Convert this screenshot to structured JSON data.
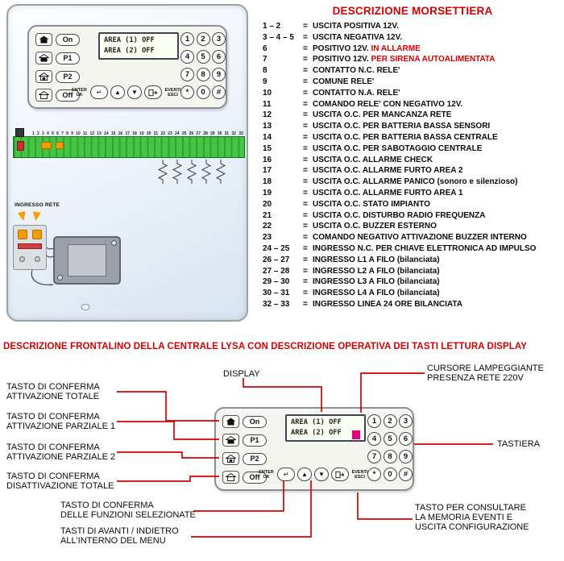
{
  "page": {
    "title": "DESCRIZIONE MORSETTIERA",
    "section_title": "DESCRIZIONE FRONTALINO DELLA CENTRALE LYSA CON DESCRIZIONE OPERATIVA DEI TASTI LETTURA DISPLAY"
  },
  "colors": {
    "accent_red": "#d40000",
    "cursor_magenta": "#e5007d",
    "strip_green": "#3ab53a",
    "arrow_orange": "#f59c00"
  },
  "terminal_list": {
    "items": [
      {
        "n": "1 – 2",
        "e": "=",
        "d": "USCITA POSITIVA 12V.",
        "r": ""
      },
      {
        "n": "3 – 4 – 5",
        "e": "=",
        "d": "USCITA NEGATIVA 12V.",
        "r": ""
      },
      {
        "n": "6",
        "e": "=",
        "d": "POSITIVO 12V.",
        "r": " IN ALLARME"
      },
      {
        "n": "7",
        "e": "=",
        "d": "POSITIVO 12V.",
        "r": " PER SIRENA AUTOALIMENTATA"
      },
      {
        "n": "8",
        "e": "=",
        "d": "CONTATTO N.C. RELE'",
        "r": ""
      },
      {
        "n": "9",
        "e": "=",
        "d": "COMUNE RELE'",
        "r": ""
      },
      {
        "n": "10",
        "e": "=",
        "d": "CONTATTO N.A. RELE'",
        "r": ""
      },
      {
        "n": "11",
        "e": "=",
        "d": "COMANDO RELE' CON NEGATIVO 12V.",
        "r": ""
      },
      {
        "n": "12",
        "e": "=",
        "d": "USCITA O.C. PER MANCANZA RETE",
        "r": ""
      },
      {
        "n": "13",
        "e": "=",
        "d": "USCITA O.C. PER BATTERIA BASSA SENSORI",
        "r": ""
      },
      {
        "n": "14",
        "e": "=",
        "d": "USCITA O.C. PER BATTERIA BASSA CENTRALE",
        "r": ""
      },
      {
        "n": "15",
        "e": "=",
        "d": "USCITA O.C. PER SABOTAGGIO CENTRALE",
        "r": ""
      },
      {
        "n": "16",
        "e": "=",
        "d": "USCITA O.C. ALLARME CHECK",
        "r": ""
      },
      {
        "n": "17",
        "e": "=",
        "d": "USCITA O.C. ALLARME FURTO AREA 2",
        "r": ""
      },
      {
        "n": "18",
        "e": "=",
        "d": "USCITA O.C. ALLARME PANICO (sonoro e silenzioso)",
        "r": ""
      },
      {
        "n": "19",
        "e": "=",
        "d": "USCITA O.C. ALLARME FURTO AREA 1",
        "r": ""
      },
      {
        "n": "20",
        "e": "=",
        "d": "USCITA O.C. STATO IMPIANTO",
        "r": ""
      },
      {
        "n": "21",
        "e": "=",
        "d": "USCITA O.C. DISTURBO RADIO FREQUENZA",
        "r": ""
      },
      {
        "n": "22",
        "e": "=",
        "d": "USCITA O.C. BUZZER ESTERNO",
        "r": ""
      },
      {
        "n": "23",
        "e": "=",
        "d": "COMANDO NEGATIVO ATTIVAZIONE BUZZER INTERNO",
        "r": ""
      },
      {
        "n": "24 – 25",
        "e": "=",
        "d": "INGRESSO N.C. PER CHIAVE ELETTRONICA AD IMPULSO",
        "r": ""
      },
      {
        "n": "26 – 27",
        "e": "=",
        "d": "INGRESSO L1 A FILO (bilanciata)",
        "r": ""
      },
      {
        "n": "27 – 28",
        "e": "=",
        "d": "INGRESSO L2 A FILO (bilanciata)",
        "r": ""
      },
      {
        "n": "29 – 30",
        "e": "=",
        "d": "INGRESSO L3 A FILO (bilanciata)",
        "r": ""
      },
      {
        "n": "30 – 31",
        "e": "=",
        "d": "INGRESSO L4 A FILO (bilanciata)",
        "r": ""
      },
      {
        "n": "32 – 33",
        "e": "=",
        "d": "INGRESSO LINEA 24 ORE BILANCIATA",
        "r": ""
      }
    ]
  },
  "cabinet": {
    "ingresso_rete_label": "INGRESSO RETE",
    "strip_numbers": [
      "1",
      "2",
      "3",
      "4",
      "5",
      "6",
      "7",
      "8",
      "9",
      "10",
      "11",
      "12",
      "13",
      "14",
      "15",
      "16",
      "17",
      "18",
      "19",
      "20",
      "21",
      "22",
      "23",
      "24",
      "25",
      "26",
      "27",
      "28",
      "29",
      "30",
      "31",
      "32",
      "33"
    ]
  },
  "keypad": {
    "side_buttons": [
      "On",
      "P1",
      "P2",
      "Off"
    ],
    "display_lines": [
      "AREA (1) OFF",
      "AREA (2) OFF"
    ],
    "enter_label": [
      "ENTER",
      "OK"
    ],
    "eventi_label": [
      "EVENTI",
      "ESCI"
    ],
    "digits": [
      "1",
      "2",
      "3",
      "4",
      "5",
      "6",
      "7",
      "8",
      "9",
      "*",
      "0",
      "#"
    ],
    "icons": {
      "up": "▲",
      "down": "▼",
      "enter": "↵"
    }
  },
  "callouts": {
    "attivazione_totale": [
      "TASTO DI CONFERMA",
      "ATTIVAZIONE TOTALE"
    ],
    "attivazione_parziale_1": [
      "TASTO DI CONFERMA",
      "ATTIVAZIONE PARZIALE 1"
    ],
    "attivazione_parziale_2": [
      "TASTO DI CONFERMA",
      "ATTIVAZIONE PARZIALE 2"
    ],
    "disattivazione_totale": [
      "TASTO DI CONFERMA",
      "DISATTIVAZIONE TOTALE"
    ],
    "display": [
      "DISPLAY"
    ],
    "cursore": [
      "CURSORE LAMPEGGIANTE",
      "PRESENZA RETE 220V"
    ],
    "tastiera": [
      "TASTIERA"
    ],
    "funzioni": [
      "TASTO DI CONFERMA",
      "DELLE FUNZIONI SELEZIONATE"
    ],
    "avanti": [
      "TASTI DI AVANTI / INDIETRO",
      "ALL'INTERNO DEL MENU"
    ],
    "memoria": [
      "TASTO PER CONSULTARE",
      "LA MEMORIA EVENTI E",
      "USCITA CONFIGURAZIONE"
    ]
  }
}
